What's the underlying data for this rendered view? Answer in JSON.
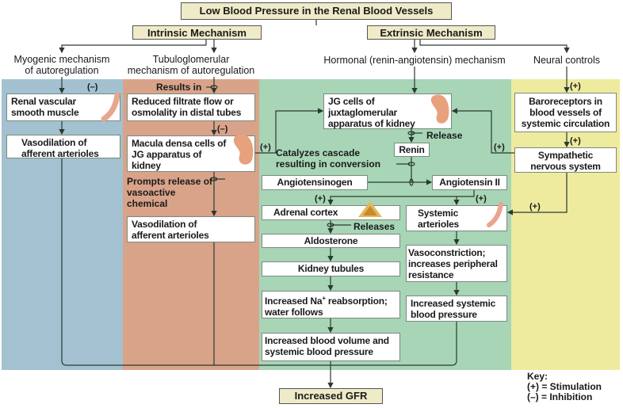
{
  "title": "Low Blood Pressure in the Renal Blood Vessels",
  "intrinsic": {
    "header": "Intrinsic Mechanism",
    "myogenic": {
      "heading_l1": "Myogenic mechanism",
      "heading_l2": "of autoregulation",
      "box1": "Renal vascular smooth muscle",
      "box2": "Vasodilation of afferent arterioles",
      "sign": "(–)"
    },
    "tubuloglomerular": {
      "heading_l1": "Tubuloglomerular",
      "heading_l2": "mechanism of autoregulation",
      "results_in": "Results in",
      "box1": "Reduced filtrate flow or osmolality in distal tubes",
      "sign": "(–)",
      "box2": "Macula densa cells of JG apparatus of kidney",
      "prompts": "Prompts release of vasoactive chemical",
      "box3": "Vasodilation of afferent arterioles"
    }
  },
  "extrinsic": {
    "header": "Extrinsic Mechanism",
    "hormonal": {
      "heading": "Hormonal (renin-angiotensin) mechanism",
      "jg_cells": "JG cells of juxtaglomerular apparatus of kidney",
      "release": "Release",
      "renin": "Renin",
      "catalyzes": "Catalyzes cascade resulting in conversion",
      "angiotensinogen": "Angiotensinogen",
      "angiotensin2": "Angiotensin II",
      "adrenal": "Adrenal cortex",
      "releases": "Releases",
      "aldosterone": "Aldosterone",
      "kidney_tubules": "Kidney tubules",
      "na_pre": "Increased Na",
      "na_sup": "+",
      "na_post": " reabsorption; water follows",
      "blood_volume": "Increased blood volume and systemic blood pressure",
      "systemic_arterioles": "Systemic arterioles",
      "vasoconstriction": "Vasoconstriction; increases peripheral resistance",
      "systemic_bp": "Increased systemic blood pressure"
    },
    "neural": {
      "heading": "Neural controls",
      "baroreceptors": "Baroreceptors in blood vessels of systemic circulation",
      "sympathetic": "Sympathetic nervous system"
    }
  },
  "signs": {
    "plus": "(+)",
    "minus": "(–)"
  },
  "result": "Increased GFR",
  "key": {
    "title": "Key:",
    "stimulation": "(+) = Stimulation",
    "inhibition": "(–) = Inhibition"
  },
  "colors": {
    "myogenic_panel": "#a3c1d0",
    "tubuloglomerular_panel": "#d9a38a",
    "hormonal_panel": "#a7d5b6",
    "neural_panel": "#eeeb9e",
    "header_box": "#efebc8",
    "line": "#2b3a30"
  }
}
